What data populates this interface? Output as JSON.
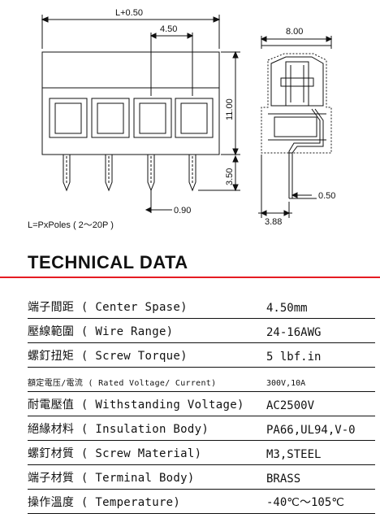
{
  "drawing": {
    "dim_overall_length": "L+0.50",
    "dim_pitch": "4.50",
    "dim_height": "11.00",
    "dim_pin_length": "3.50",
    "dim_pin_width": "0.90",
    "dim_side_width": "8.00",
    "dim_side_pin": "0.50",
    "dim_side_offset": "3.88",
    "poles_note": "L=PxPoles ( 2～20P )"
  },
  "section_title": "TECHNICAL DATA",
  "accent_color": "#e51c23",
  "specs": [
    {
      "label": "端子間距 ( Center Spase)",
      "value": "4.50mm"
    },
    {
      "label": "壓線範圍 ( Wire Range)",
      "value": "24-16AWG"
    },
    {
      "label": "螺釘扭矩 ( Screw Torque)",
      "value": "5 lbf.in"
    },
    {
      "label": "額定電压/電流 ( Rated Voltage/ Current)",
      "value": "300V,10A"
    },
    {
      "label": "耐電壓值 ( Withstanding Voltage)",
      "value": "AC2500V"
    },
    {
      "label": "絕緣材料 ( Insulation Body)",
      "value": "PA66,UL94,V-0"
    },
    {
      "label": "螺釘材質 ( Screw Material)",
      "value": "M3,STEEL"
    },
    {
      "label": "端子材質 ( Terminal Body)",
      "value": "BRASS"
    },
    {
      "label": "操作溫度 ( Temperature)",
      "value": "-40℃～105℃"
    }
  ]
}
